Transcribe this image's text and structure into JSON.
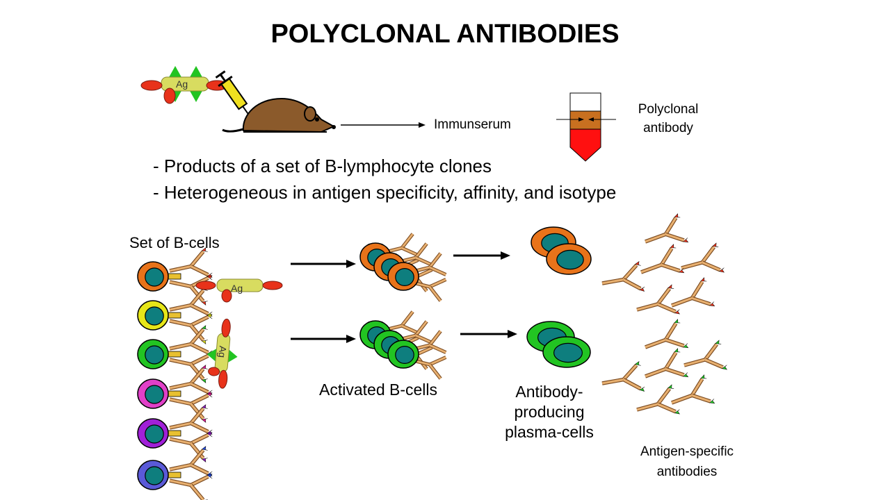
{
  "title": "POLYCLONAL ANTIBODIES",
  "top": {
    "antigen_label": "Ag",
    "immunserum_label": "Immunserum",
    "polyclonal_label": "Polyclonal antibody"
  },
  "bullets": [
    "- Products of a set of B-lymphocyte clones",
    "- Heterogeneous in antigen specificity, affinity, and isotype"
  ],
  "bottom": {
    "set_label": "Set of B-cells",
    "antigen_label": "Ag",
    "activated_label": "Activated B-cells",
    "plasma_label": "Antibody-producing plasma-cells",
    "specific_label": "Antigen-specific antibodies"
  },
  "colors": {
    "b_cells": [
      {
        "outer": "#E8731A",
        "tip": "#E8321A"
      },
      {
        "outer": "#E6E619",
        "tip": "#D8D818"
      },
      {
        "outer": "#22C422",
        "tip": "#22C422"
      },
      {
        "outer": "#E040C8",
        "tip": "#D8148C"
      },
      {
        "outer": "#A020D8",
        "tip": "#8C18B8"
      },
      {
        "outer": "#5A5AD8",
        "tip": "#2046D8"
      }
    ],
    "nucleus": "#0E7E7E",
    "antigen_body": "#D8DC60",
    "antigen_red": "#E8321A",
    "antigen_green": "#22C422",
    "mouse": "#8B5A2B",
    "serum_band": "#C87020",
    "serum_red": "#FF1010",
    "antibody_stem": "#E8B070"
  },
  "icons": [
    "syringe-icon",
    "mouse-icon",
    "test-tube-icon",
    "b-cell-icon",
    "antigen-icon",
    "antibody-icon",
    "arrow-icon"
  ]
}
